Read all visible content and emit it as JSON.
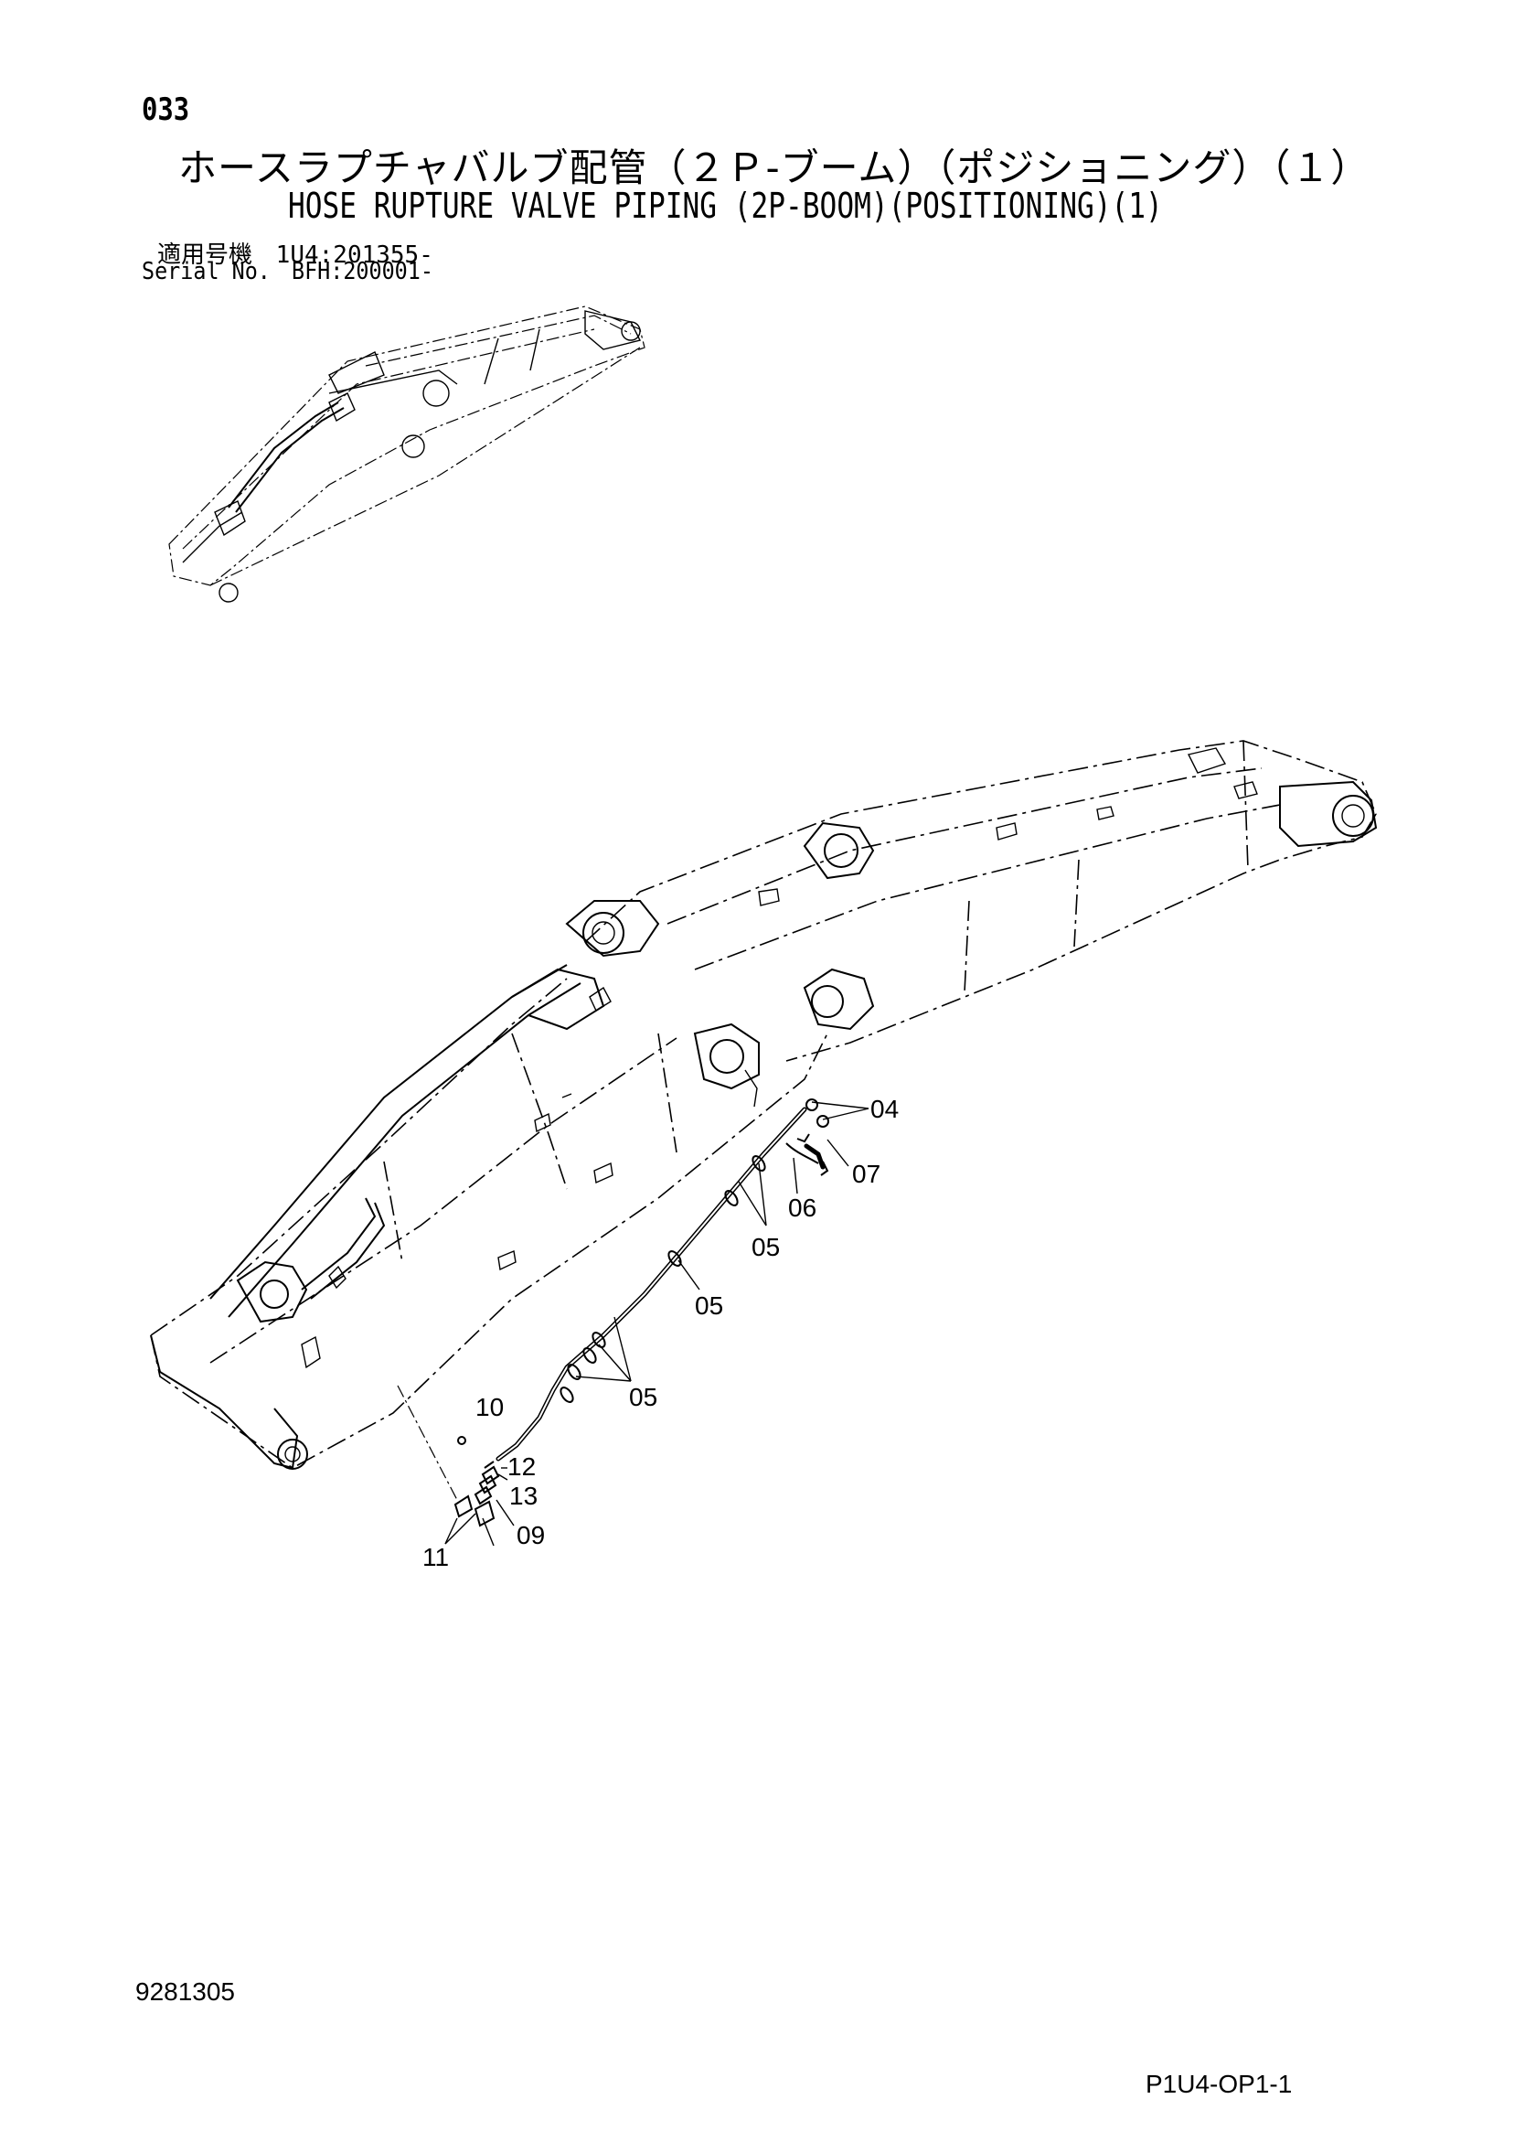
{
  "header": {
    "page_number": "033",
    "title_jp": "ホースラプチャバルブ配管（２Ｐ-ブーム）（ポジショニング）（１）",
    "title_en": "HOSE RUPTURE VALVE PIPING (2P-BOOM)(POSITIONING)(1)",
    "applicable_label_jp": "適用号機",
    "applicable_value": "1U4:201355-",
    "serial_label": "Serial No.",
    "serial_value": "BFH:200001-"
  },
  "part_labels": {
    "p04": "04",
    "p07": "07",
    "p06": "06",
    "p05a": "05",
    "p05b": "05",
    "p05c": "05",
    "p10": "10",
    "p12": "12",
    "p13": "13",
    "p09": "09",
    "p11": "11"
  },
  "footer": {
    "drawing_number": "9281305",
    "page_code": "P1U4-OP1-1"
  }
}
